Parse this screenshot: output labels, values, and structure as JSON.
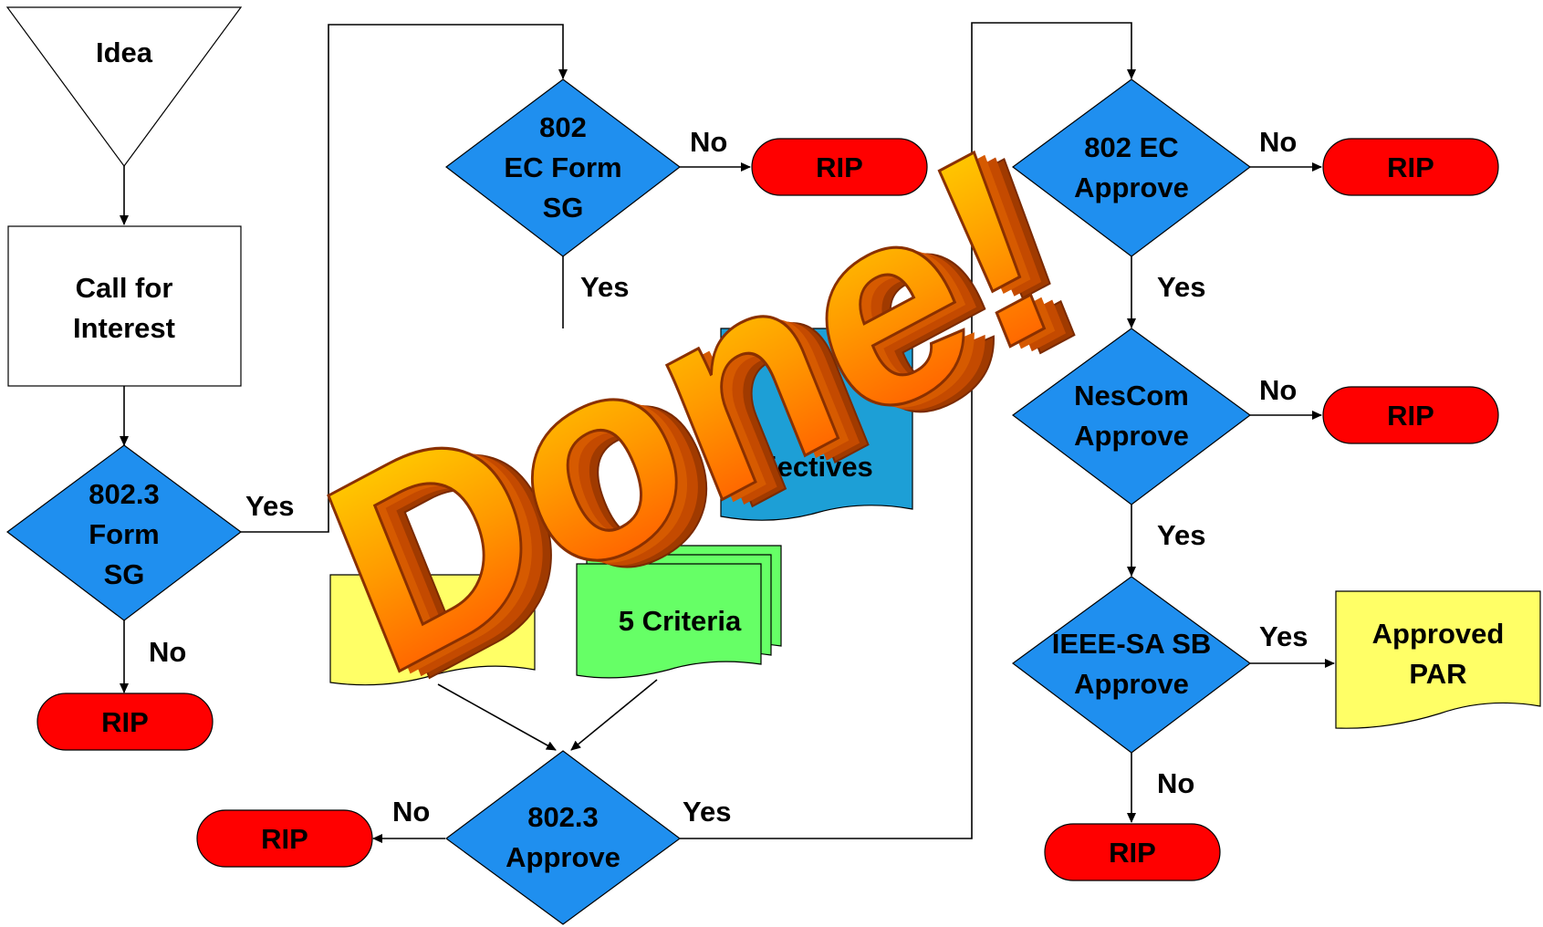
{
  "nodes": {
    "idea": "Idea",
    "cfi_line1": "Call for",
    "cfi_line2": "Interest",
    "form_sg_l1": "802.3",
    "form_sg_l2": "Form",
    "form_sg_l3": "SG",
    "ec_form_l1": "802",
    "ec_form_l2": "EC Form",
    "ec_form_l3": "SG",
    "objectives": "Objectives",
    "five_criteria": "5 Criteria",
    "approve_8023_l1": "802.3",
    "approve_8023_l2": "Approve",
    "ec_approve_l1": "802 EC",
    "ec_approve_l2": "Approve",
    "nescom_l1": "NesCom",
    "nescom_l2": "Approve",
    "ieee_l1": "IEEE-SA SB",
    "ieee_l2": "Approve",
    "par_l1": "Approved",
    "par_l2": "PAR",
    "rip": "RIP"
  },
  "labels": {
    "yes": "Yes",
    "no": "No"
  },
  "overlay": {
    "done": "Done!"
  }
}
